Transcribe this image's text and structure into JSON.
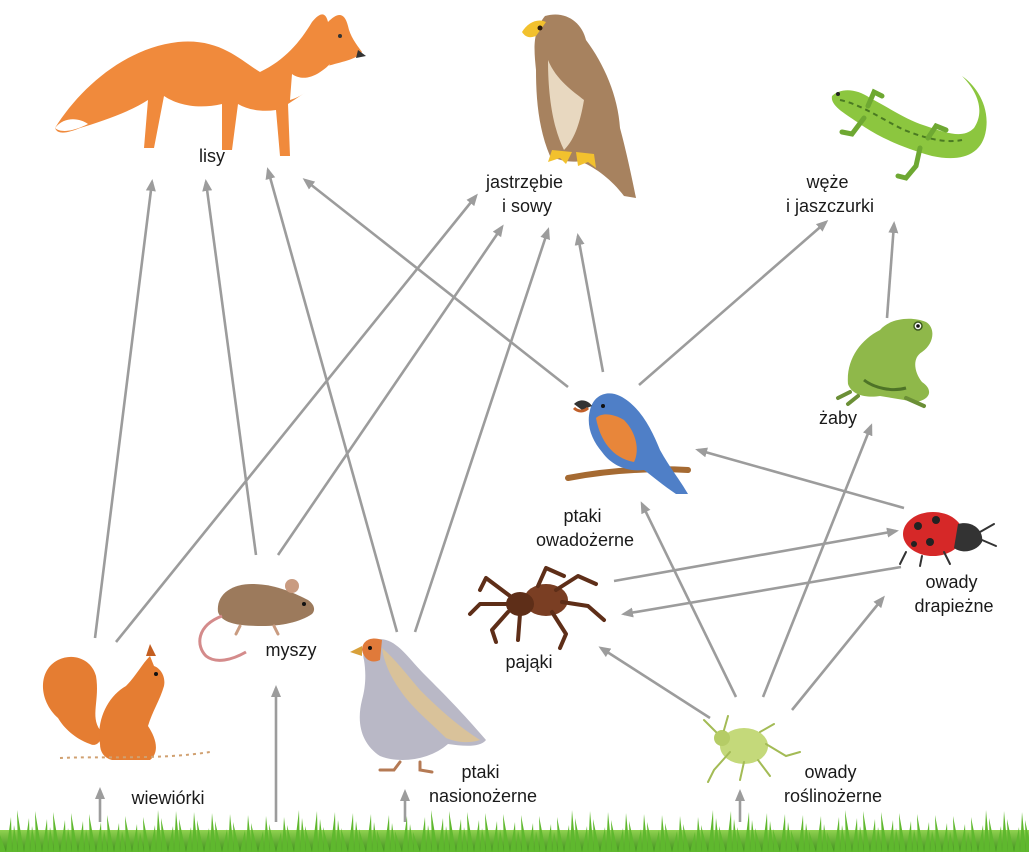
{
  "diagram": {
    "nodes": [
      {
        "id": "fox",
        "label": "lisy",
        "icon": "fox-icon"
      },
      {
        "id": "hawk",
        "label": "jastrzębie\ni sowy",
        "icon": "hawk-icon"
      },
      {
        "id": "lizard",
        "label": "węże\ni jaszczurki",
        "icon": "lizard-icon"
      },
      {
        "id": "frog",
        "label": "żaby",
        "icon": "frog-icon"
      },
      {
        "id": "bird",
        "label": "ptaki\nowadożerne",
        "icon": "insectivorous-bird-icon"
      },
      {
        "id": "ladybug",
        "label": "owady\ndrapieżne",
        "icon": "ladybug-icon"
      },
      {
        "id": "spider",
        "label": "pająki",
        "icon": "spider-icon"
      },
      {
        "id": "mouse",
        "label": "myszy",
        "icon": "mouse-icon"
      },
      {
        "id": "squirrel",
        "label": "wiewiórki",
        "icon": "squirrel-icon"
      },
      {
        "id": "partridge",
        "label": "ptaki\nnasionożerne",
        "icon": "partridge-icon"
      },
      {
        "id": "aphid",
        "label": "owady\nroślinożerne",
        "icon": "aphid-icon"
      }
    ],
    "edges": [
      {
        "from": "squirrel",
        "to": "fox"
      },
      {
        "from": "squirrel",
        "to": "hawk"
      },
      {
        "from": "mouse",
        "to": "fox"
      },
      {
        "from": "mouse",
        "to": "hawk"
      },
      {
        "from": "partridge",
        "to": "fox"
      },
      {
        "from": "partridge",
        "to": "hawk"
      },
      {
        "from": "bird",
        "to": "fox"
      },
      {
        "from": "bird",
        "to": "hawk"
      },
      {
        "from": "bird",
        "to": "lizard"
      },
      {
        "from": "frog",
        "to": "lizard"
      },
      {
        "from": "ladybug",
        "to": "bird"
      },
      {
        "from": "ladybug",
        "to": "spider"
      },
      {
        "from": "spider",
        "to": "ladybug"
      },
      {
        "from": "aphid",
        "to": "bird"
      },
      {
        "from": "aphid",
        "to": "frog"
      },
      {
        "from": "aphid",
        "to": "ladybug"
      },
      {
        "from": "aphid",
        "to": "spider"
      },
      {
        "from": "grass",
        "to": "squirrel"
      },
      {
        "from": "grass",
        "to": "mouse"
      },
      {
        "from": "grass",
        "to": "partridge"
      },
      {
        "from": "grass",
        "to": "aphid"
      }
    ],
    "colors": {
      "arrow": "#9c9c9c",
      "grass": "#5fb82e",
      "fox": "#f08a3c",
      "hawk": "#a7825f",
      "lizard": "#8cc63f",
      "frog": "#8fb84a",
      "ladybug": "#d62828"
    }
  }
}
